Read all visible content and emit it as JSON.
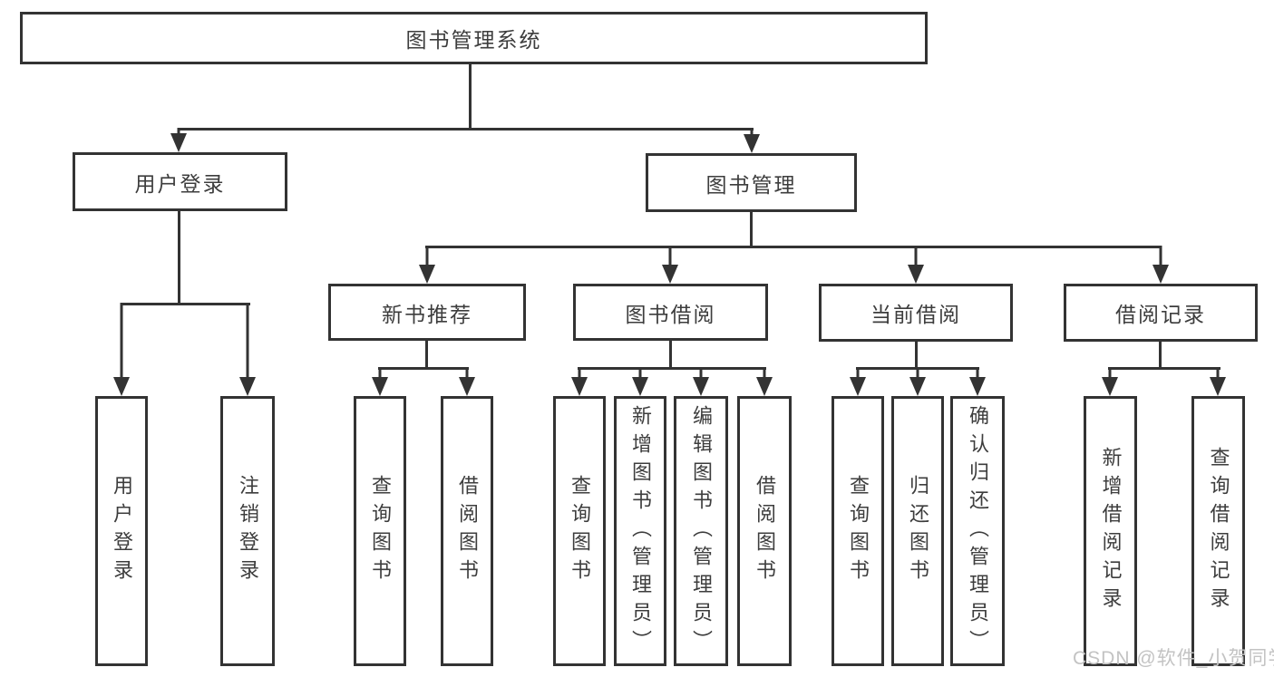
{
  "tree": {
    "root": {
      "label": "图书管理系统",
      "children": [
        {
          "label": "用户登录",
          "children": [
            {
              "label": "用户登录"
            },
            {
              "label": "注销登录"
            }
          ]
        },
        {
          "label": "图书管理",
          "children": [
            {
              "label": "新书推荐",
              "children": [
                {
                  "label": "查询图书"
                },
                {
                  "label": "借阅图书"
                }
              ]
            },
            {
              "label": "图书借阅",
              "children": [
                {
                  "label": "查询图书"
                },
                {
                  "label": "新增图书（管理员）"
                },
                {
                  "label": "编辑图书（管理员）"
                },
                {
                  "label": "借阅图书"
                }
              ]
            },
            {
              "label": "当前借阅",
              "children": [
                {
                  "label": "查询图书"
                },
                {
                  "label": "归还图书"
                },
                {
                  "label": "确认归还（管理员）"
                }
              ]
            },
            {
              "label": "借阅记录",
              "children": [
                {
                  "label": "新增借阅记录"
                },
                {
                  "label": "查询借阅记录"
                }
              ]
            }
          ]
        }
      ]
    }
  },
  "watermark": {
    "text": "CSDN @软件_小贺同学"
  },
  "colors": {
    "line": "#333333",
    "text": "#3d3d3d",
    "background": "#ffffff",
    "watermark": "#c3c3c3"
  }
}
